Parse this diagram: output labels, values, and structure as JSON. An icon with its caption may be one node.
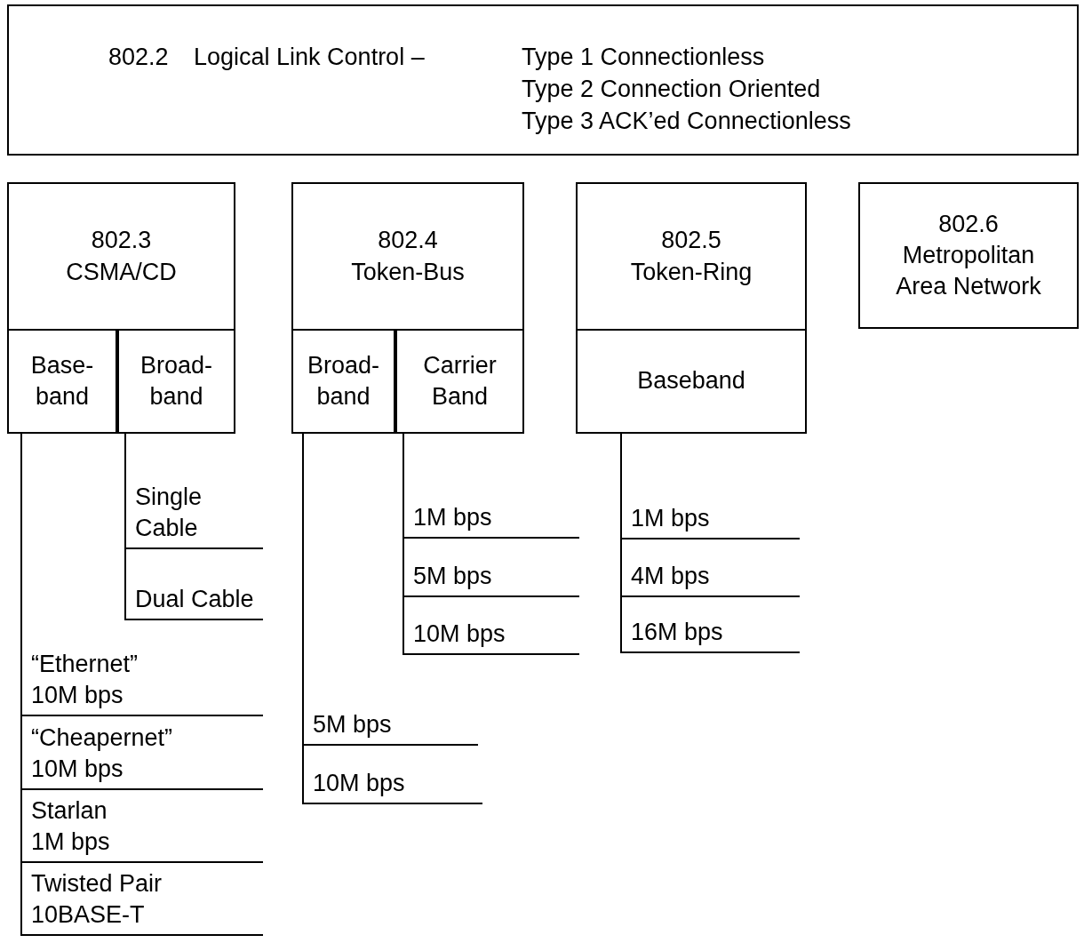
{
  "diagram": {
    "nodes": [
      {
        "text": [
          "802.2",
          "Logical Link Control –",
          "Type 1 Connectionless",
          "Type 2 Connection Oriented",
          "Type 3 ACK’ed Connectionless"
        ]
      },
      {
        "text": [
          "802.3",
          "CSMA/CD"
        ]
      },
      {
        "text": [
          "Base-band"
        ],
        "in": 1
      },
      {
        "text": [
          "Broad-band"
        ],
        "in": 1
      },
      {
        "text": [
          "802.4",
          "Token-Bus"
        ]
      },
      {
        "text": [
          "Broad-band"
        ],
        "in": 4
      },
      {
        "text": [
          "Carrier Band"
        ],
        "in": 4
      },
      {
        "text": [
          "802.5",
          "Token-Ring"
        ]
      },
      {
        "text": [
          "Baseband"
        ],
        "in": 7
      },
      {
        "text": [
          "802.6",
          "Metropolitan Area Network"
        ]
      },
      {
        "text": [
          "Single Cable"
        ]
      },
      {
        "text": [
          "Dual Cable"
        ]
      },
      {
        "text": [
          "“Ethernet”",
          "10M bps"
        ]
      },
      {
        "text": [
          "“Cheapernet”",
          "10M bps"
        ]
      },
      {
        "text": [
          "Starlan",
          "1M bps"
        ]
      },
      {
        "text": [
          "Twisted Pair",
          "10BASE-T"
        ]
      },
      {
        "text": [
          "1M bps"
        ]
      },
      {
        "text": [
          "5M bps"
        ]
      },
      {
        "text": [
          "10M bps"
        ]
      },
      {
        "text": [
          "5M bps"
        ]
      },
      {
        "text": [
          "10M bps"
        ]
      },
      {
        "text": [
          "1M bps"
        ]
      },
      {
        "text": [
          "4M bps"
        ]
      },
      {
        "text": [
          "16M bps"
        ]
      }
    ],
    "edges": [
      {
        "from": 3,
        "to": 10,
        "arrow": "none"
      },
      {
        "from": 3,
        "to": 11,
        "arrow": "none"
      },
      {
        "from": 2,
        "to": 12,
        "arrow": "none"
      },
      {
        "from": 2,
        "to": 13,
        "arrow": "none"
      },
      {
        "from": 2,
        "to": 14,
        "arrow": "none"
      },
      {
        "from": 2,
        "to": 15,
        "arrow": "none"
      },
      {
        "from": 6,
        "to": 16,
        "arrow": "none"
      },
      {
        "from": 6,
        "to": 17,
        "arrow": "none"
      },
      {
        "from": 6,
        "to": 18,
        "arrow": "none"
      },
      {
        "from": 5,
        "to": 19,
        "arrow": "none"
      },
      {
        "from": 5,
        "to": 20,
        "arrow": "none"
      },
      {
        "from": 8,
        "to": 21,
        "arrow": "none"
      },
      {
        "from": 8,
        "to": 22,
        "arrow": "none"
      },
      {
        "from": 8,
        "to": 23,
        "arrow": "none"
      }
    ]
  }
}
